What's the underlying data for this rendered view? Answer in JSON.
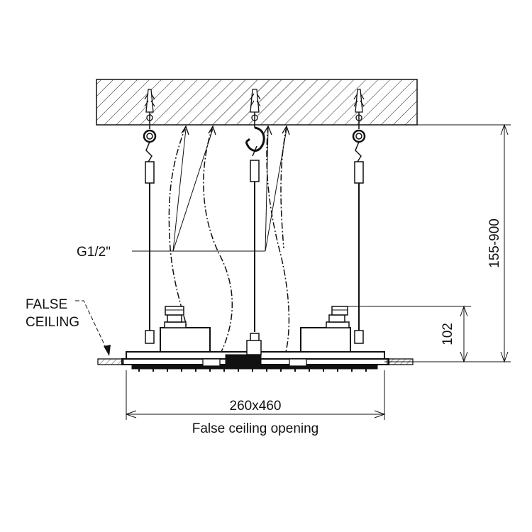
{
  "labels": {
    "pipe_thread": "G1/2\"",
    "false_ceiling_line1": "FALSE",
    "false_ceiling_line2": "CEILING",
    "height_range": "155-900",
    "body_height": "102",
    "opening_size": "260x460",
    "opening_caption": "False ceiling opening"
  },
  "colors": {
    "line": "#111111",
    "background": "#ffffff"
  }
}
